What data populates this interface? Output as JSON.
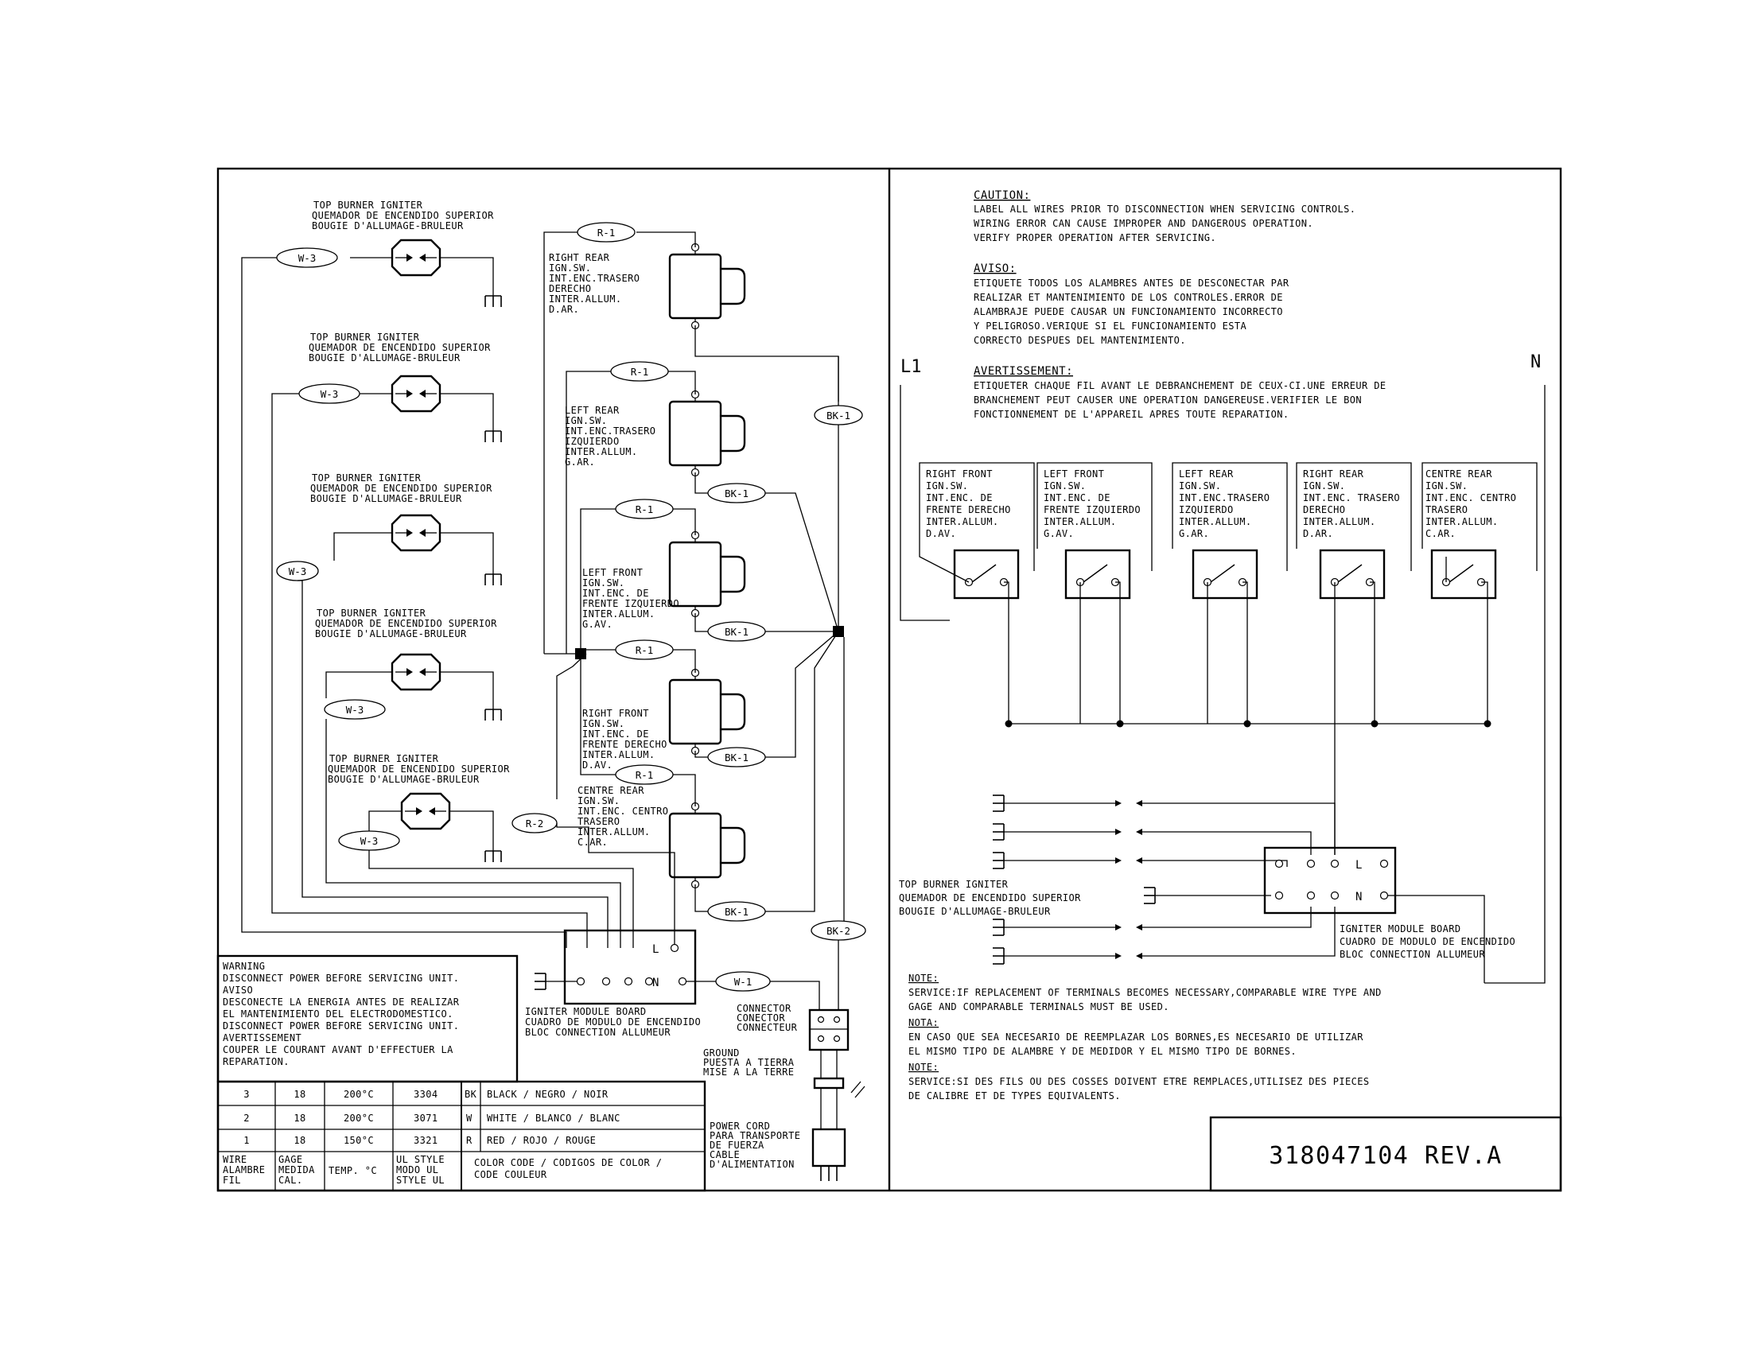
{
  "igniters": [
    {
      "label": [
        "TOP BURNER IGNITER",
        "QUEMADOR DE ENCENDIDO SUPERIOR",
        "BOUGIE D'ALLUMAGE-BRULEUR"
      ],
      "wire": "W-3"
    },
    {
      "label": [
        "TOP BURNER IGNITER",
        "QUEMADOR DE ENCENDIDO SUPERIOR",
        "BOUGIE D'ALLUMAGE-BRULEUR"
      ],
      "wire": "W-3"
    },
    {
      "label": [
        "TOP BURNER IGNITER",
        "QUEMADOR DE ENCENDIDO SUPERIOR",
        "BOUGIE D'ALLUMAGE-BRULEUR"
      ],
      "wire": "W-3"
    },
    {
      "label": [
        "TOP BURNER IGNITER",
        "QUEMADOR DE ENCENDIDO SUPERIOR",
        "BOUGIE D'ALLUMAGE-BRULEUR"
      ],
      "wire": "W-3"
    },
    {
      "label": [
        "TOP BURNER IGNITER",
        "QUEMADOR DE ENCENDIDO SUPERIOR",
        "BOUGIE D'ALLUMAGE-BRULEUR"
      ],
      "wire": "W-3"
    }
  ],
  "switches_left": [
    {
      "label": [
        "RIGHT REAR",
        "IGN.SW.",
        "INT.ENC.TRASERO",
        "DERECHO",
        "INTER.ALLUM.",
        "D.AR."
      ],
      "r_wire": "R-1"
    },
    {
      "label": [
        "LEFT REAR",
        "IGN.SW.",
        "INT.ENC.TRASERO",
        "IZQUIERDO",
        "INTER.ALLUM.",
        "G.AR."
      ],
      "r_wire": "R-1",
      "bk_wire": "BK-1"
    },
    {
      "label": [
        "LEFT FRONT",
        "IGN.SW.",
        "INT.ENC. DE",
        "FRENTE IZQUIERDO",
        "INTER.ALLUM.",
        "G.AV."
      ],
      "r_wire": "R-1",
      "bk_wire": "BK-1"
    },
    {
      "label": [
        "RIGHT FRONT",
        "IGN.SW.",
        "INT.ENC. DE",
        "FRENTE DERECHO",
        "INTER.ALLUM.",
        "D.AV."
      ],
      "r_wire": "R-1",
      "bk_wire": "BK-1"
    },
    {
      "label": [
        "CENTRE REAR",
        "IGN.SW.",
        "INT.ENC. CENTRO",
        "TRASERO",
        "INTER.ALLUM.",
        "C.AR."
      ],
      "r_wire": "R-1",
      "bk_wire": "BK-1"
    }
  ],
  "wire_tags": {
    "bk_main": "BK-1",
    "bk2": "BK-2",
    "r2": "R-2",
    "w1": "W-1"
  },
  "module_terms": {
    "l": "L",
    "n": "N"
  },
  "module_label": [
    "IGNITER MODULE BOARD",
    "CUADRO DE MODULO DE ENCENDIDO",
    "BLOC CONNECTION ALLUMEUR"
  ],
  "connector_label": [
    "CONNECTOR",
    "CONECTOR",
    "CONNECTEUR"
  ],
  "ground_label": [
    "GROUND",
    "PUESTA A TIERRA",
    "MISE A LA TERRE"
  ],
  "power_cord_label": [
    "POWER CORD",
    "PARA TRANSPORTE",
    "DE FUERZA",
    "CABLE",
    "D'ALIMENTATION"
  ],
  "warning_box": [
    "WARNING",
    "DISCONNECT POWER BEFORE SERVICING UNIT.",
    "AVISO",
    "DESCONECTE LA ENERGIA ANTES DE REALIZAR",
    "EL MANTENIMIENTO DEL ELECTRODOMESTICO.",
    "DISCONNECT POWER BEFORE SERVICING UNIT.",
    "AVERTISSEMENT",
    "COUPER LE COURANT AVANT D'EFFECTUER LA",
    "REPARATION."
  ],
  "wire_table": {
    "rows": [
      [
        "3",
        "18",
        "200°C",
        "3304"
      ],
      [
        "2",
        "18",
        "200°C",
        "3071"
      ],
      [
        "1",
        "18",
        "150°C",
        "3321"
      ]
    ],
    "headers": [
      [
        "WIRE",
        "ALAMBRE",
        "FIL"
      ],
      [
        "GAGE",
        "MEDIDA",
        "CAL."
      ],
      [
        "TEMP. °C"
      ],
      [
        "UL STYLE",
        "MODO UL",
        "STYLE UL"
      ]
    ],
    "colors": [
      {
        "code": "BK",
        "name": "BLACK /  NEGRO / NOIR"
      },
      {
        "code": "W",
        "name": "WHITE / BLANCO / BLANC"
      },
      {
        "code": "R",
        "name": "RED / ROJO / ROUGE"
      }
    ],
    "color_header": [
      "COLOR CODE / CODIGOS DE COLOR /",
      "CODE COULEUR"
    ]
  },
  "caution": {
    "title": "CAUTION:",
    "lines": [
      "LABEL ALL WIRES PRIOR TO DISCONNECTION WHEN SERVICING CONTROLS.",
      "WIRING ERROR CAN CAUSE IMPROPER AND DANGEROUS OPERATION.",
      "VERIFY PROPER OPERATION AFTER SERVICING."
    ]
  },
  "aviso": {
    "title": "AVISO:",
    "lines": [
      "ETIQUETE TODOS LOS ALAMBRES ANTES DE DESCONECTAR PAR",
      "REALIZAR ET MANTENIMIENTO DE LOS CONTROLES.ERROR DE",
      "ALAMBRAJE PUEDE CAUSAR UN FUNCIONAMIENTO INCORRECTO",
      "Y PELIGROSO.VERIQUE SI EL FUNCIONAMIENTO ESTA",
      "CORRECTO DESPUES DEL MANTENIMIENTO."
    ]
  },
  "avertissement": {
    "title": "AVERTISSEMENT:",
    "lines": [
      "ETIQUETER CHAQUE FIL AVANT LE DEBRANCHEMENT DE CEUX-CI.UNE ERREUR DE",
      "BRANCHEMENT PEUT CAUSER UNE OPERATION DANGEREUSE.VERIFIER LE BON",
      "FONCTIONNEMENT DE L'APPAREIL APRES TOUTE REPARATION."
    ]
  },
  "l1": "L1",
  "n": "N",
  "schematic_switches": [
    {
      "label": [
        "RIGHT FRONT",
        "IGN.SW.",
        "INT.ENC. DE",
        "FRENTE DERECHO",
        "INTER.ALLUM.",
        "D.AV."
      ]
    },
    {
      "label": [
        "LEFT FRONT",
        "IGN.SW.",
        "INT.ENC. DE",
        "FRENTE IZQUIERDO",
        "INTER.ALLUM.",
        "G.AV."
      ]
    },
    {
      "label": [
        "LEFT REAR",
        "IGN.SW.",
        "INT.ENC.TRASERO",
        "IZQUIERDO",
        "INTER.ALLUM.",
        "G.AR."
      ]
    },
    {
      "label": [
        "RIGHT REAR",
        "IGN.SW.",
        "INT.ENC. TRASERO",
        "DERECHO",
        "INTER.ALLUM.",
        "D.AR."
      ]
    },
    {
      "label": [
        "CENTRE REAR",
        "IGN.SW.",
        "INT.ENC. CENTRO",
        "TRASERO",
        "INTER.ALLUM.",
        "C.AR."
      ]
    }
  ],
  "schematic_igniter_label": [
    "TOP BURNER IGNITER",
    "QUEMADOR DE ENCENDIDO SUPERIOR",
    "BOUGIE D'ALLUMAGE-BRULEUR"
  ],
  "schematic_module_label": [
    "IGNITER MODULE BOARD",
    "CUADRO DE MODULO DE ENCENDIDO",
    "BLOC CONNECTION ALLUMEUR"
  ],
  "notes": [
    {
      "title": "NOTE:",
      "lines": [
        "SERVICE:IF REPLACEMENT OF TERMINALS BECOMES NECESSARY,COMPARABLE WIRE TYPE AND",
        "GAGE AND COMPARABLE TERMINALS MUST BE USED."
      ]
    },
    {
      "title": "NOTA:",
      "lines": [
        "EN CASO QUE SEA NECESARIO DE REEMPLAZAR LOS BORNES,ES NECESARIO DE UTILIZAR",
        "EL MISMO TIPO DE ALAMBRE Y DE MEDIDOR Y EL MISMO TIPO DE BORNES."
      ]
    },
    {
      "title": "NOTE:",
      "lines": [
        "SERVICE:SI DES FILS OU DES COSSES DOIVENT ETRE REMPLACES,UTILISEZ DES PIECES",
        "DE CALIBRE ET DE TYPES EQUIVALENTS."
      ]
    }
  ],
  "part_number": "318047104 REV.A"
}
